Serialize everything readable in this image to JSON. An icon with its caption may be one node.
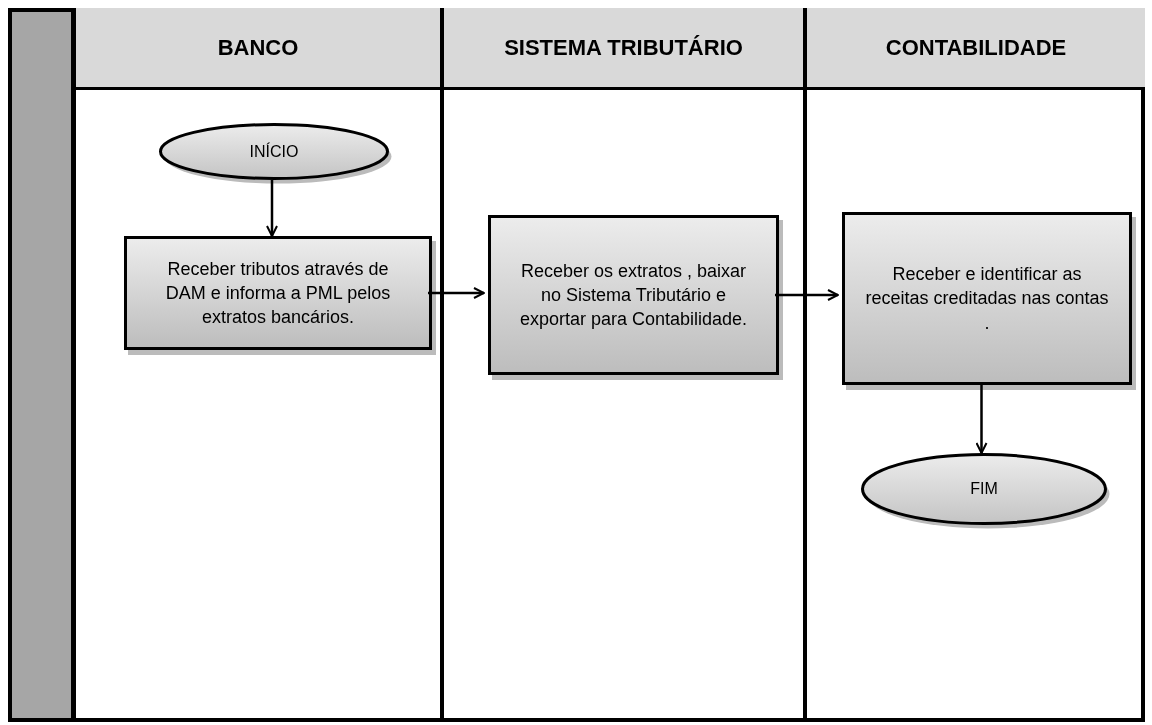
{
  "diagram": {
    "nodes": [
      {
        "text": [
          "BANCO"
        ]
      },
      {
        "text": [
          "SISTEMA TRIBUTÁRIO"
        ]
      },
      {
        "text": [
          "CONTABILIDADE"
        ]
      },
      {
        "text": [
          "INÍCIO"
        ],
        "in": 0
      },
      {
        "text": [
          "Receber tributos através de DAM e informa a PML pelos extratos bancários."
        ],
        "in": 0
      },
      {
        "text": [
          "Receber os extratos , baixar no Sistema Tributário e exportar para Contabilidade."
        ],
        "in": 1
      },
      {
        "text": [
          "Receber e identificar as receitas creditadas nas contas ."
        ],
        "in": 2
      },
      {
        "text": [
          "FIM"
        ],
        "in": 2
      }
    ],
    "edges": [
      {
        "from": 3,
        "to": 4,
        "arrow": "to"
      },
      {
        "from": 4,
        "to": 5,
        "arrow": "to"
      },
      {
        "from": 5,
        "to": 6,
        "arrow": "to"
      },
      {
        "from": 6,
        "to": 7,
        "arrow": "to"
      }
    ]
  }
}
